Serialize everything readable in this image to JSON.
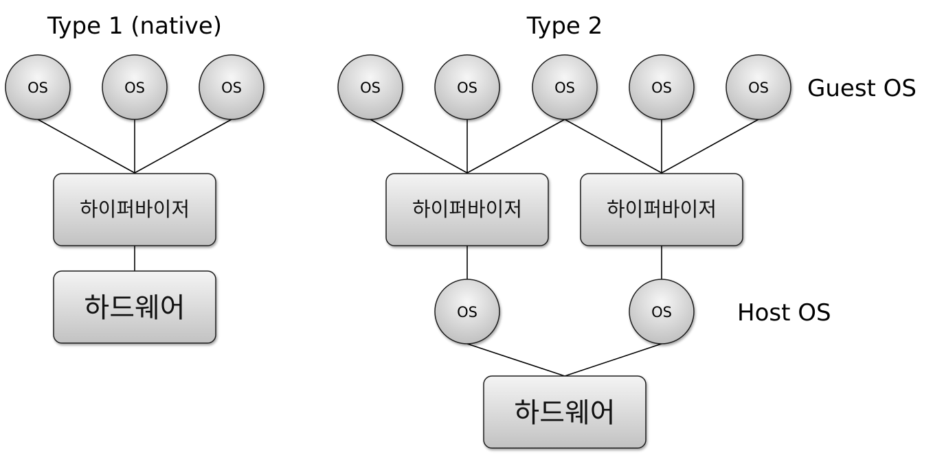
{
  "titles": {
    "type1": "Type 1 (native)",
    "type2": "Type 2"
  },
  "labels": {
    "guest_os": "Guest OS",
    "host_os": "Host OS"
  },
  "nodes": {
    "os": "OS",
    "hypervisor": "하이퍼바이저",
    "hardware": "하드웨어"
  },
  "colors": {
    "fill_light": "#f2f2f2",
    "fill_dark": "#c4c4c4",
    "stroke": "#1a1a1a",
    "connector": "#000000"
  }
}
